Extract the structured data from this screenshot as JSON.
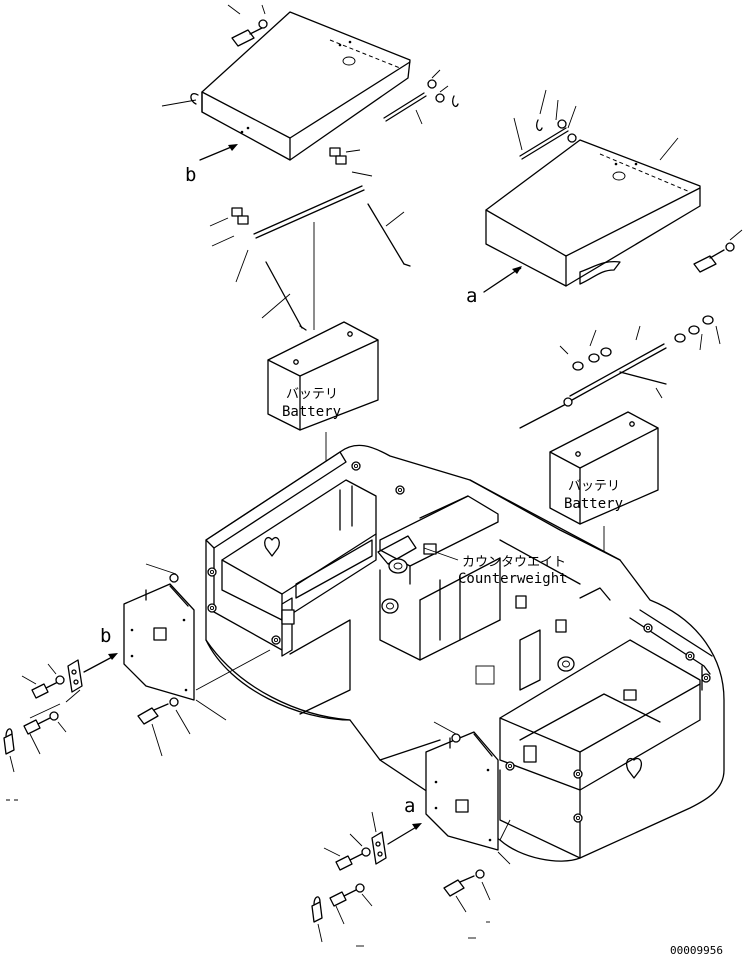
{
  "labels": {
    "battery_left_jp": "バッテリ",
    "battery_left_en": "Battery",
    "battery_right_jp": "バッテリ",
    "battery_right_en": "Battery",
    "counterweight_jp": "カウンタウエイト",
    "counterweight_en": "Counterweight",
    "view_a_upper": "a",
    "view_b_upper": "b",
    "view_a_lower": "a",
    "view_b_lower": "b",
    "drawing_number": "00009956"
  }
}
